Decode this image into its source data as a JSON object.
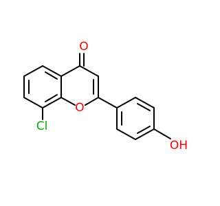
{
  "molecule": {
    "atoms": {
      "carbonyl_oxygen": "O",
      "ring_oxygen": "O",
      "chlorine": "Cl",
      "hydroxyl": "OH"
    },
    "colors": {
      "bond": "#000000",
      "oxygen": "#ff0000",
      "chlorine": "#00aa00"
    }
  }
}
